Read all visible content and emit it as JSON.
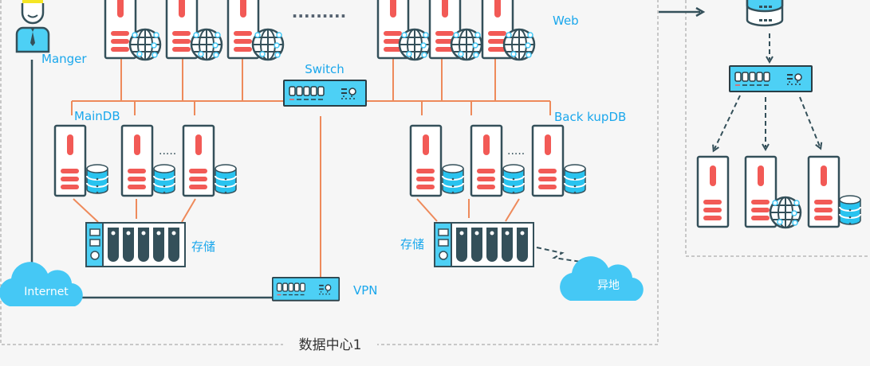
{
  "labels": {
    "manager": "Manger",
    "web": "Web",
    "switch": "Switch",
    "maindb": "MainDB",
    "backupdb": "Back kupDB",
    "storage_left": "存储",
    "storage_right": "存储",
    "internet": "Internet",
    "vpn": "VPN",
    "remote": "异地",
    "datacenter": "数据中心1",
    "ellipsis_web": ".........",
    "ellipsis_db": "....."
  },
  "colors": {
    "accent": "#1aa7ec",
    "server_red": "#f25a56",
    "device_cyan": "#4dd0f5",
    "outline": "#34505a",
    "link_orange": "#ee8a5b",
    "cloud": "#45c8f5"
  }
}
